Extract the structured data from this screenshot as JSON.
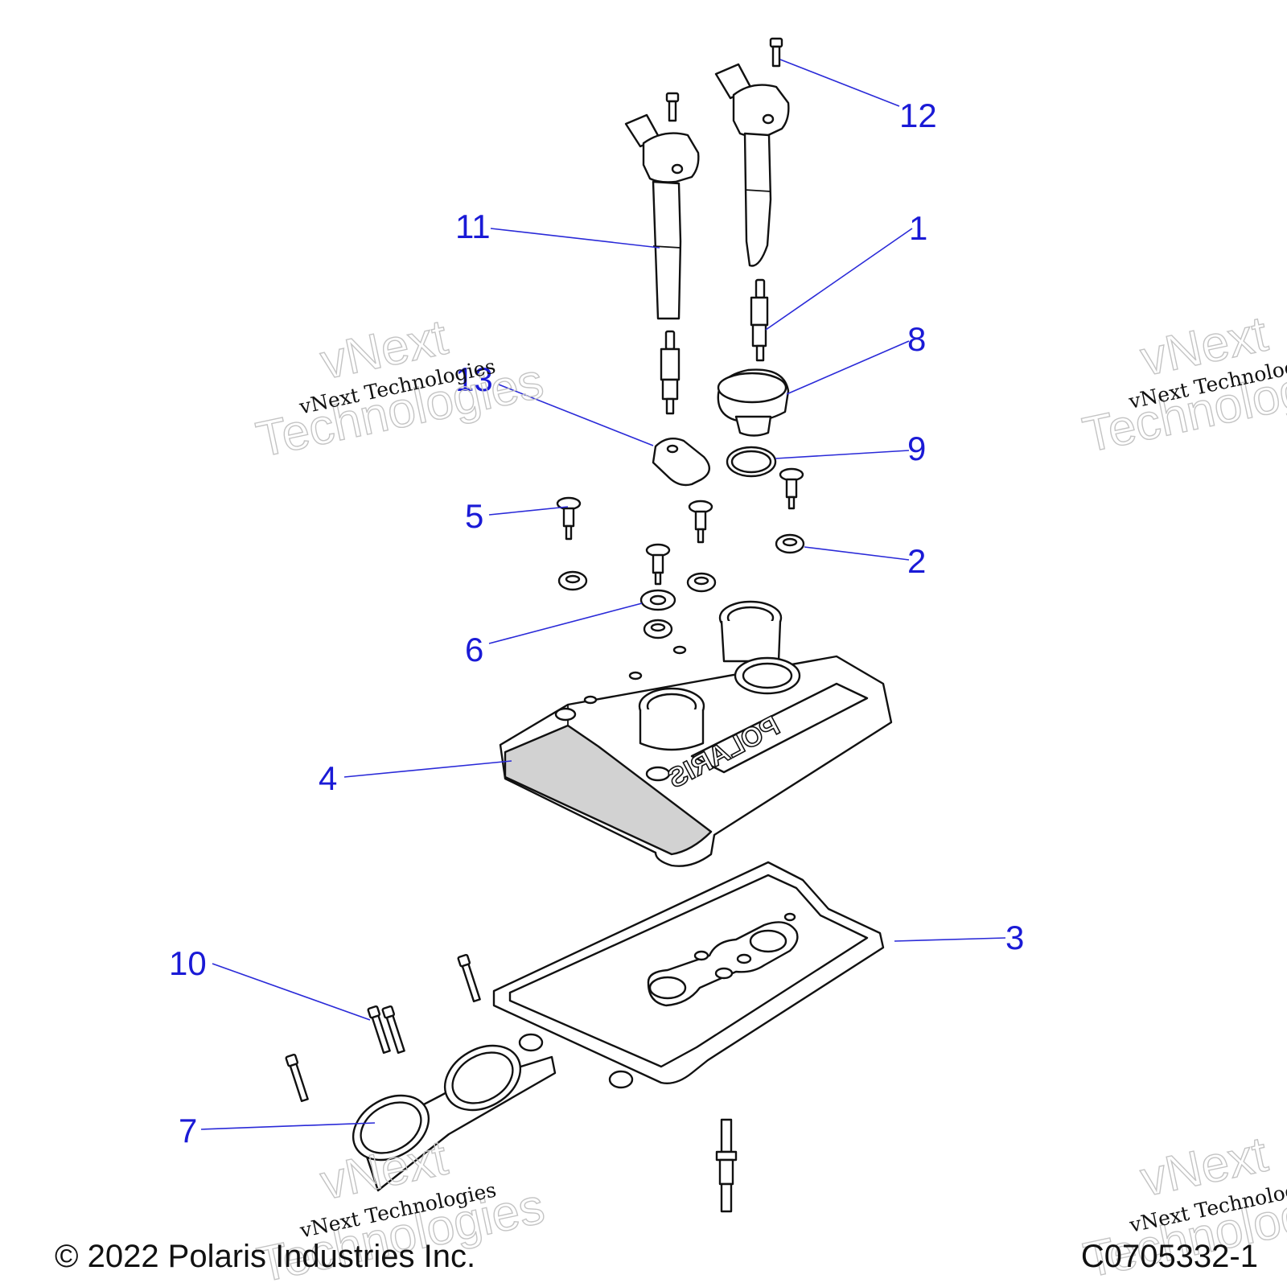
{
  "callouts": {
    "c1": "1",
    "c2": "2",
    "c3": "3",
    "c4": "4",
    "c5": "5",
    "c6": "6",
    "c7": "7",
    "c8": "8",
    "c9": "9",
    "c10": "10",
    "c11": "11",
    "c12": "12",
    "c13": "13"
  },
  "watermark": {
    "big_top": "vNext",
    "big_bottom": "Technologies",
    "small": "vNext Technologies"
  },
  "branding": {
    "cover_logo": "POLARIS"
  },
  "footer": {
    "copyright": "© 2022 Polaris Industries Inc.",
    "drawing_code": "C0705332-1"
  }
}
